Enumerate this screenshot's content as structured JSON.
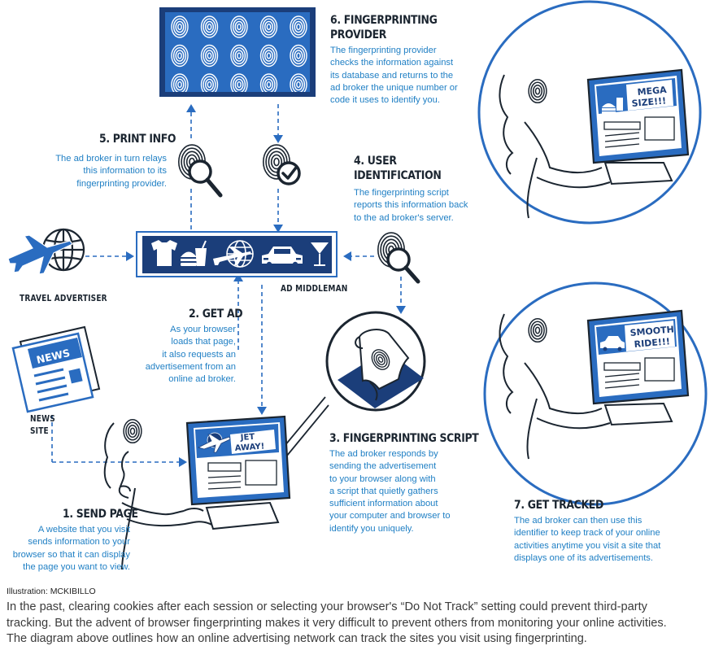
{
  "steps": [
    {
      "title_lines": [
        "1. SEND PAGE"
      ],
      "desc_lines": [
        "A website that you visit",
        "sends information to your",
        "browser so that it can display",
        "the page you want to view."
      ]
    },
    {
      "title_lines": [
        "2. GET AD"
      ],
      "desc_lines": [
        "As your browser",
        "loads that page,",
        "it also requests an",
        "advertisement from an",
        "online ad broker."
      ]
    },
    {
      "title_lines": [
        "3. FINGERPRINTING SCRIPT"
      ],
      "desc_lines": [
        "The ad broker responds by",
        "sending the advertisement",
        "to your browser along with",
        "a script that quietly gathers",
        "sufficient information about",
        "your computer and browser to",
        "identify you uniquely."
      ]
    },
    {
      "title_lines": [
        "4. USER",
        "IDENTIFICATION"
      ],
      "desc_lines": [
        "The fingerprinting script",
        "reports this information back",
        "to the ad broker's server."
      ]
    },
    {
      "title_lines": [
        "5. PRINT INFO"
      ],
      "desc_lines": [
        "The ad broker in turn relays",
        "this information to its",
        "fingerprinting provider."
      ]
    },
    {
      "title_lines": [
        "6. FINGERPRINTING",
        "PROVIDER"
      ],
      "desc_lines": [
        "The fingerprinting provider",
        "checks the information against",
        "its database and returns to the",
        "ad broker the unique number or",
        "code it uses to identify you."
      ]
    },
    {
      "title_lines": [
        "7. GET TRACKED"
      ],
      "desc_lines": [
        "The ad broker can then use this",
        "identifier to keep track of your online",
        "activities anytime you visit a site that",
        "displays one of its advertisements."
      ]
    }
  ],
  "labels": {
    "travel_advertiser": "TRAVEL ADVERTISER",
    "ad_middleman": "AD MIDDLEMAN",
    "news_site_lines": [
      "NEWS",
      "SITE"
    ],
    "news_sign": "NEWS"
  },
  "ads": {
    "jet_away_lines": [
      "JET",
      "AWAY!"
    ],
    "mega_size_lines": [
      "MEGA",
      "SIZE!!!"
    ],
    "smooth_ride_lines": [
      "SMOOTH",
      "RIDE!!!"
    ]
  },
  "credit": "Illustration: MCKIBILLO",
  "caption": "In the past, clearing cookies after each session or selecting your browser's “Do Not Track” setting could prevent third-party tracking. But the advent of browser fingerprinting makes it very difficult to prevent others from monitoring your online activities. The diagram above outlines how an online advertising network can track the sites you visit using fingerprinting.",
  "colors": {
    "navy": "#1b3e7a",
    "blue": "#2a6cc0",
    "text_blue": "#1f7fc4",
    "dark": "#1b2530"
  },
  "icons": [
    "fingerprint-pattern",
    "fingerprint-magnifier-icon",
    "fingerprint-check-icon",
    "t-shirt-icon",
    "burger-icon",
    "soda-icon",
    "globe-plane-icon",
    "car-icon",
    "cocktail-icon",
    "newspaper-icon",
    "scroll-fingerprint-icon"
  ]
}
